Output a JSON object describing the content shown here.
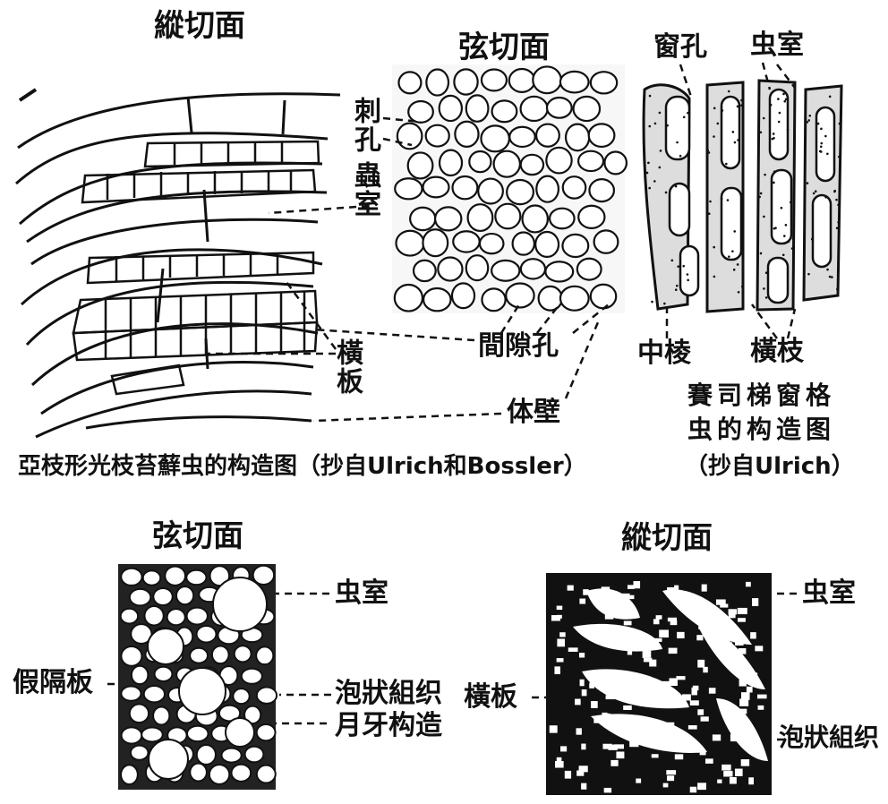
{
  "top": {
    "longitudinal_title": "縱切面",
    "tangential_title": "弦切面",
    "window_pore": "窗孔",
    "zooecium": "虫室",
    "spine_pore": "刺孔",
    "zooecium_vertical": "蟲室",
    "interspace_pore": "間隙孔",
    "diaphragm": "橫板",
    "body_wall": "体壁",
    "mid_branch": "中棱",
    "cross_branch": "橫枝",
    "caption_left": "亞枝形光枝苔蘚虫的构造图（抄自Ulrich和Bossler）",
    "caption_right_1": "賽司梯窗格",
    "caption_right_2": "虫的构造图",
    "caption_right_3": "（抄自Ulrich）"
  },
  "bottom": {
    "tangential_title": "弦切面",
    "longitudinal_title": "縱切面",
    "zooecium_a": "虫室",
    "pseudo_septum": "假隔板",
    "vesicular_tissue_a": "泡狀組织",
    "lunarium": "月牙构造",
    "diaphragm": "橫板",
    "zooecium_b": "虫室",
    "vesicular_tissue_b": "泡狀組织"
  }
}
